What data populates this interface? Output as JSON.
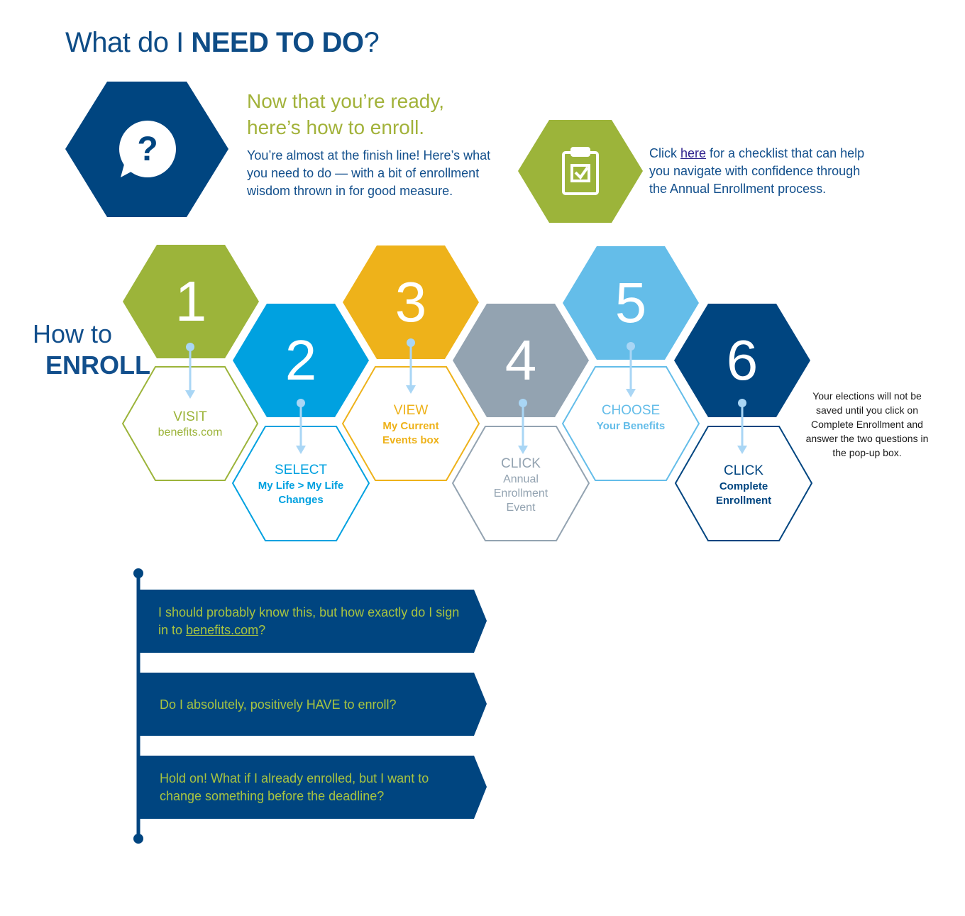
{
  "header": {
    "title_prefix": "What do I ",
    "title_emph": "NEED TO DO",
    "title_suffix": "?"
  },
  "hero": {
    "icon": "question-bubble-icon",
    "heading_line1": "Now that you’re ready,",
    "heading_line2": "here’s how to enroll.",
    "body": "You’re almost at the finish line! Here’s what you need to do — with a bit of enrollment wisdom thrown in for good measure."
  },
  "checklist": {
    "icon": "clipboard-check-icon",
    "text_before": "Click ",
    "link": "here",
    "text_after": " for a checklist that can help you navigate with confidence through the Annual Enrollment process."
  },
  "how_to": {
    "line1": "How to",
    "line2": "ENROLL"
  },
  "colors": {
    "navy": "#004580",
    "green": "#9cb43a",
    "sky": "#00a1e0",
    "gold": "#eeb21a",
    "gray": "#93a3b1",
    "light_blue": "#64bde9"
  },
  "steps": [
    {
      "number": "1",
      "verb": "VISIT",
      "detail": "benefits.com"
    },
    {
      "number": "2",
      "verb": "SELECT",
      "detail": "My Life > My Life Changes"
    },
    {
      "number": "3",
      "verb": "VIEW",
      "detail": "My Current Events box"
    },
    {
      "number": "4",
      "verb": "CLICK",
      "detail": "Annual Enrollment Event"
    },
    {
      "number": "5",
      "verb": "CHOOSE",
      "detail": "Your Benefits"
    },
    {
      "number": "6",
      "verb": "CLICK",
      "detail": "Complete Enrollment"
    }
  ],
  "note": "Your elections will not be saved until you click on Complete Enrollment and answer the two questions in the pop-up box.",
  "faq": [
    {
      "before": "I should probably know this, but how exactly do I sign in to ",
      "link": "benefits.com",
      "after": "?"
    },
    {
      "before": "Do I absolutely, positively HAVE to enroll?",
      "link": "",
      "after": ""
    },
    {
      "before": "Hold on! What if I already enrolled, but I want to change something before the deadline?",
      "link": "",
      "after": ""
    }
  ]
}
